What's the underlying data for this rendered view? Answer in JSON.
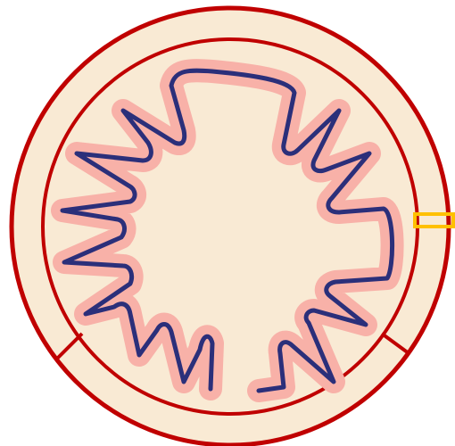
{
  "diagram": {
    "labels": [],
    "colors": {
      "background": "#ffffff",
      "outer_fill": "#f9ead4",
      "outline": "#c00000",
      "glow": "#f8b1a8",
      "crest_line": "#2b2f7a",
      "marker": "#ffc000"
    },
    "parts": [
      "outer-membrane",
      "inner-membrane",
      "membrane-folds",
      "fold-highlight",
      "marker-box",
      "divider-line-left",
      "divider-line-right"
    ]
  }
}
